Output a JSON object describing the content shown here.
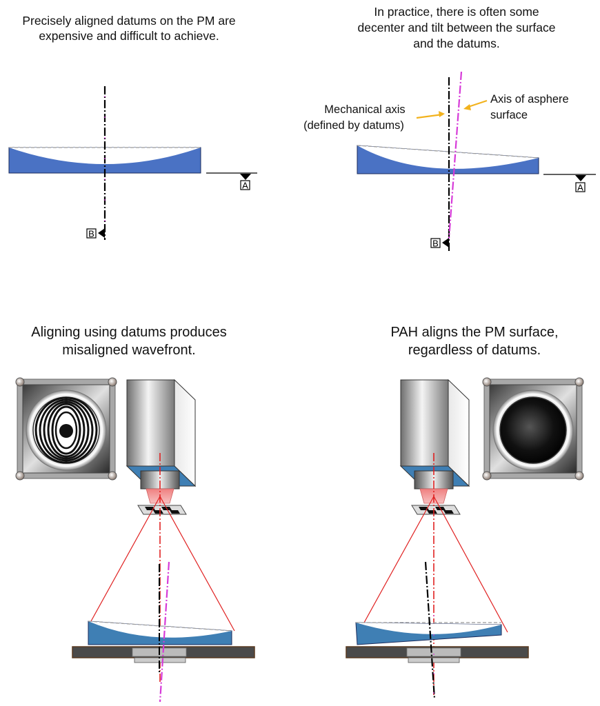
{
  "panels": {
    "top_left": {
      "caption_line1": "Precisely aligned datums on the PM are",
      "caption_line2": "expensive and difficult to achieve.",
      "datum_a": "A",
      "datum_b": "B"
    },
    "top_right": {
      "caption_line1": "In practice, there is often some",
      "caption_line2": "decenter and tilt between the surface",
      "caption_line3": "and the datums.",
      "mech_axis_line1": "Mechanical axis",
      "mech_axis_line2": "(defined by datums)",
      "asphere_axis_line1": "Axis of asphere",
      "asphere_axis_line2": "surface",
      "datum_a": "A",
      "datum_b": "B"
    },
    "bottom_left": {
      "caption_line1": "Aligning using datums produces",
      "caption_line2": "misaligned wavefront."
    },
    "bottom_right": {
      "caption_line1": "PAH aligns the PM surface,",
      "caption_line2": "regardless of datums."
    }
  },
  "colors": {
    "mirror_blue": "#4a72c4",
    "mirror_blue_bottom": "#3f7fb4",
    "mechanical_axis": "#000000",
    "asphere_axis": "#d63ad8",
    "arrow": "#f2b21d",
    "laser": "#e02020"
  },
  "icons": {
    "datum_triangle": "filled-triangle",
    "arrow": "yellow-arrow",
    "interferogram": "fringe-pattern",
    "camera": "camera-body"
  }
}
